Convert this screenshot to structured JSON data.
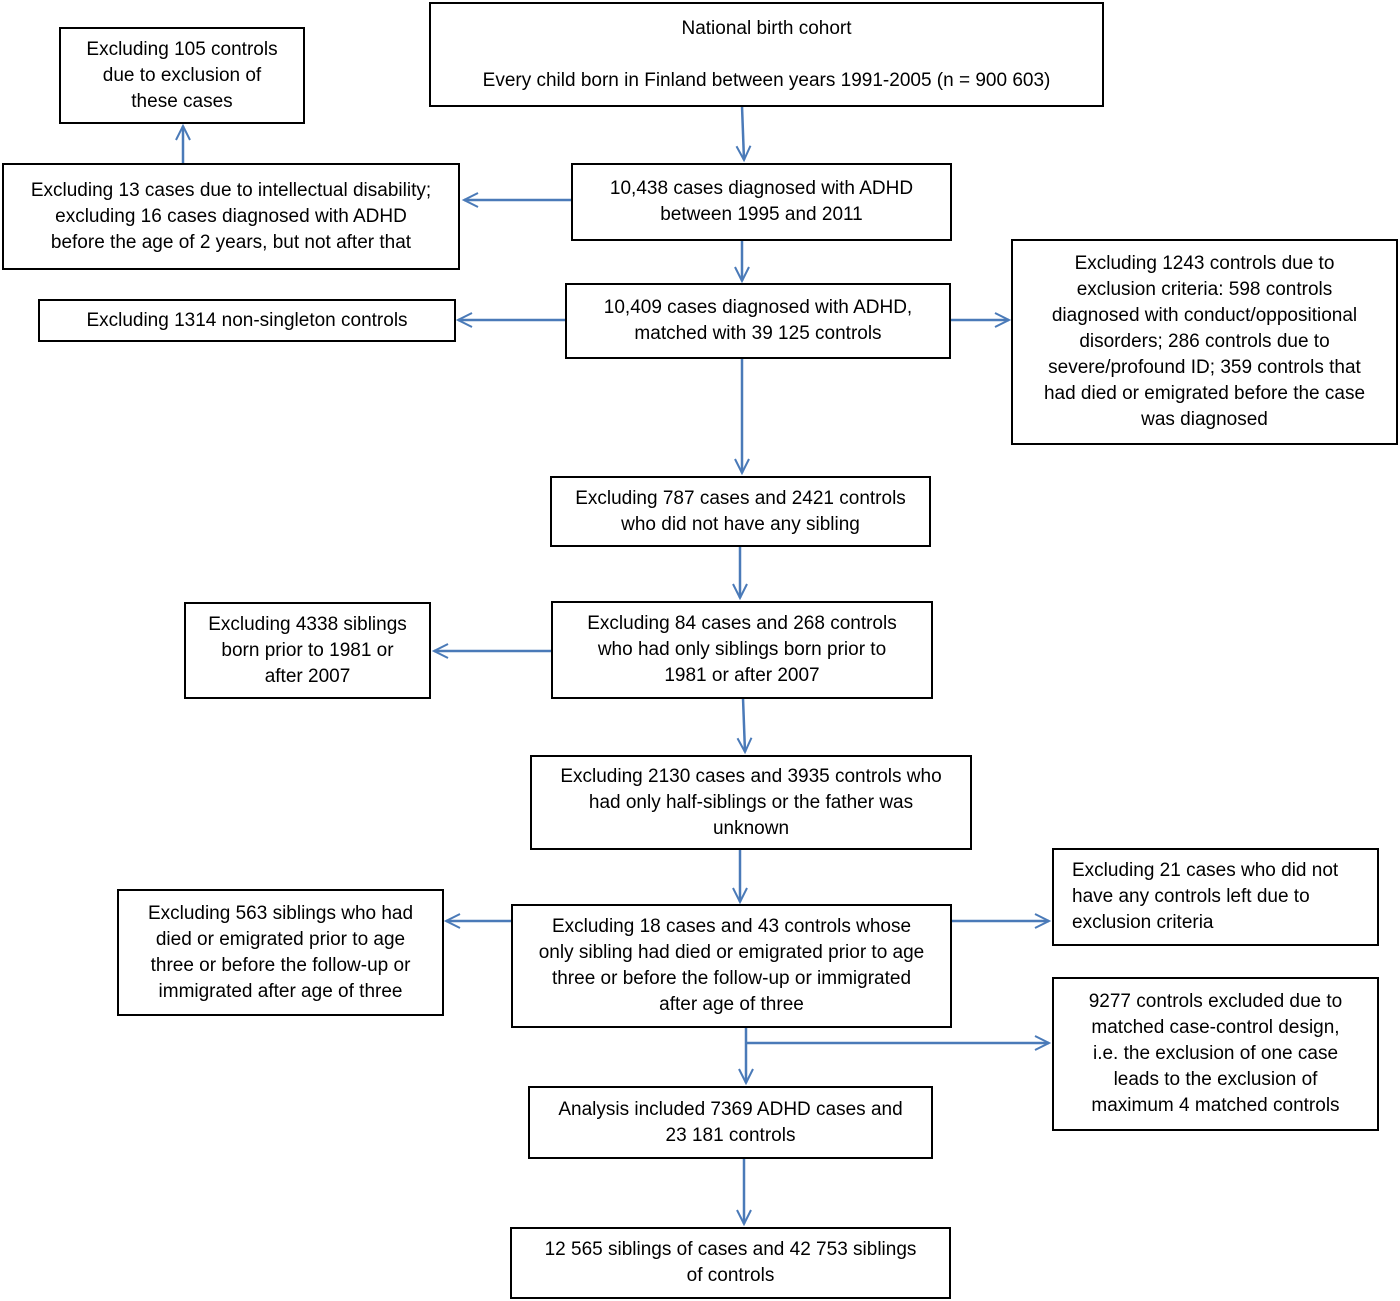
{
  "colors": {
    "arrow": "#4a7ab8",
    "border": "#000000",
    "text": "#000000"
  },
  "boxes": {
    "cohort": {
      "text": "National birth cohort\n\nEvery child born in Finland between years 1991-2005 (n = 900 603)"
    },
    "excl_105": {
      "text": "Excluding 105 controls\ndue to exclusion of\nthese cases"
    },
    "excl_13_16": {
      "text": "Excluding 13 cases due to intellectual disability;\nexcluding 16 cases diagnosed with ADHD\nbefore the age of 2 years, but not after that"
    },
    "cases_10438": {
      "text": "10,438 cases diagnosed with ADHD\nbetween 1995 and 2011"
    },
    "cases_10409": {
      "text": "10,409 cases diagnosed with ADHD,\nmatched with 39 125 controls"
    },
    "excl_1314": {
      "text": "Excluding 1314 non-singleton controls"
    },
    "excl_1243": {
      "text": "Excluding 1243 controls due to\nexclusion criteria: 598 controls\ndiagnosed with conduct/oppositional\ndisorders; 286 controls due to\nsevere/profound ID; 359 controls that\nhad died or emigrated before the case\nwas diagnosed"
    },
    "excl_787": {
      "text": "Excluding 787 cases and 2421 controls\nwho did not have any sibling"
    },
    "excl_84": {
      "text": "Excluding 84 cases and 268 controls\nwho had only siblings born prior to\n1981 or after 2007"
    },
    "excl_4338": {
      "text": "Excluding 4338 siblings\nborn prior to 1981 or\nafter 2007"
    },
    "excl_2130": {
      "text": "Excluding 2130 cases and 3935 controls who\nhad only half-siblings or the father was\nunknown"
    },
    "excl_18": {
      "text": "Excluding 18 cases and 43 controls whose\nonly sibling had died or emigrated prior to age\nthree or before the follow-up or immigrated\nafter age of three"
    },
    "excl_563": {
      "text": "Excluding 563 siblings who had\ndied or emigrated prior to age\nthree or before the follow-up or\nimmigrated after age of three"
    },
    "excl_21": {
      "text": "Excluding 21 cases who did not\nhave any controls left due to\nexclusion criteria"
    },
    "excl_9277": {
      "text": "9277 controls excluded due to\nmatched case-control design,\ni.e. the exclusion of one case\nleads to the exclusion of\nmaximum 4 matched controls"
    },
    "analysis": {
      "text": "Analysis included 7369 ADHD cases and\n23 181 controls"
    },
    "siblings": {
      "text": "12 565 siblings of cases and 42 753 siblings\nof controls"
    }
  }
}
